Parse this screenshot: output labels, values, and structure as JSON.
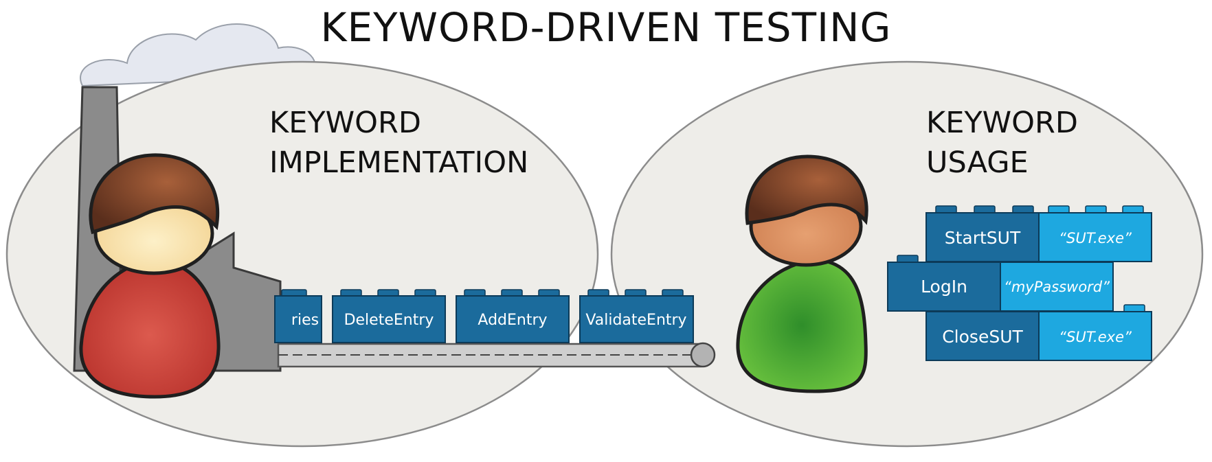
{
  "title": "KEYWORD-DRIVEN TESTING",
  "implementation": {
    "heading_line1": "KEYWORD",
    "heading_line2": "IMPLEMENTATION",
    "conveyor_blocks": [
      {
        "label": "ries"
      },
      {
        "label": "DeleteEntry"
      },
      {
        "label": "AddEntry"
      },
      {
        "label": "ValidateEntry"
      }
    ]
  },
  "usage": {
    "heading_line1": "KEYWORD",
    "heading_line2": "USAGE",
    "rows": [
      {
        "keyword": "StartSUT",
        "param": "“SUT.exe”"
      },
      {
        "keyword": "LogIn",
        "param": "“myPassword”"
      },
      {
        "keyword": "CloseSUT",
        "param": "“SUT.exe”"
      }
    ]
  },
  "colors": {
    "keyword_block": "#1b6b9c",
    "param_block": "#1ea8e0",
    "ellipse_fill": "#eeede9",
    "person_left_body": "#c8403a",
    "person_right_body": "#3f9f2c",
    "hair": "#6b3a22"
  }
}
